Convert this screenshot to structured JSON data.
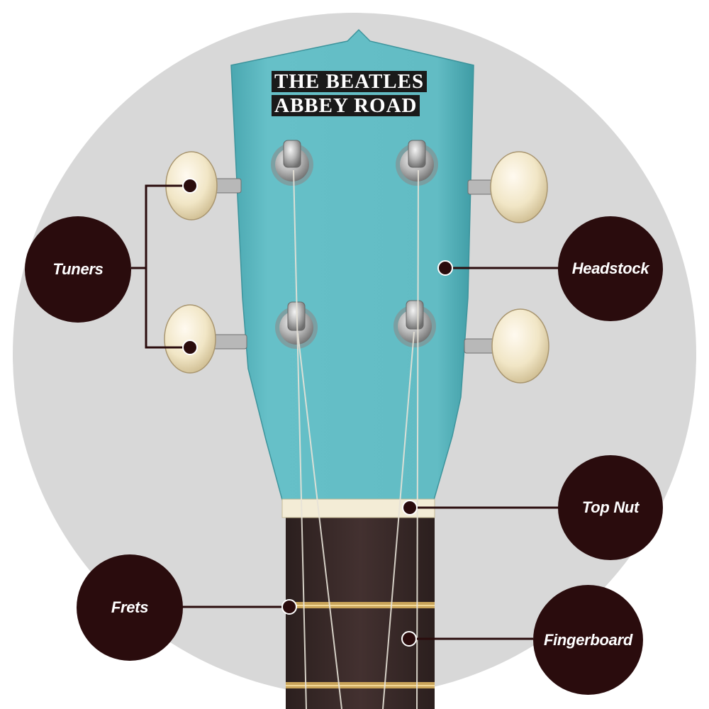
{
  "brand": {
    "line1": "THE BEATLES",
    "line2": "ABBEY ROAD"
  },
  "labels": {
    "tuners": "Tuners",
    "headstock": "Headstock",
    "top_nut": "Top Nut",
    "frets": "Frets",
    "fingerboard": "Fingerboard"
  },
  "colors": {
    "headstock": "#5fb9c1",
    "label_circle": "#2a0c0d",
    "background_circle": "#d8d8d8",
    "fingerboard": "#3b2b2a",
    "tuner_button": "#efe4c2",
    "nut": "#f3ecd6",
    "fret": "#c9a45a"
  }
}
